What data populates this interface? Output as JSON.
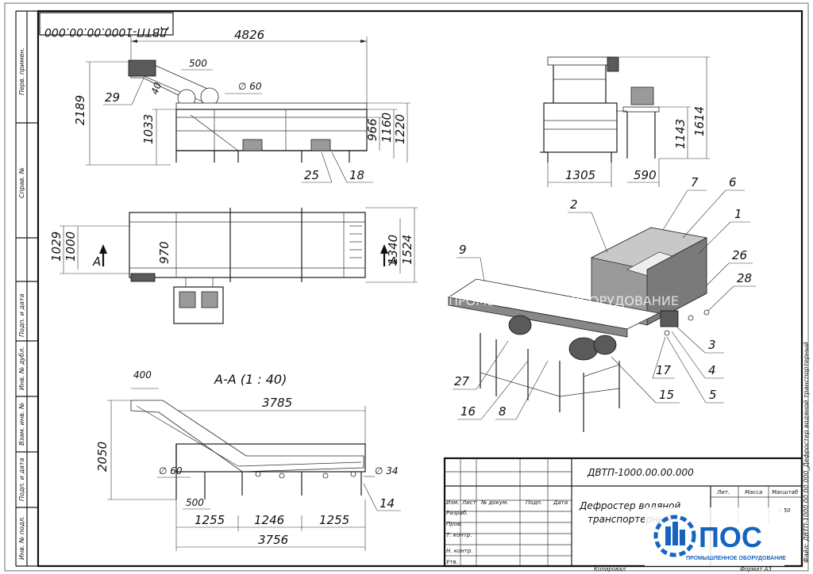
{
  "stamp_code": "ДВТП-1000.00.00.000",
  "side_labels": [
    "Перв. примен.",
    "Справ. №",
    "Подп. и дата",
    "Инв. № дубл.",
    "Взам. инв. №",
    "Подп. и дата",
    "Инв. № подл."
  ],
  "views": {
    "section_title": "A-A (1 : 40)",
    "section_arrow": "A"
  },
  "dimensions": {
    "top_length": "4826",
    "top_inner": "500",
    "top_diameter": "∅ 60",
    "total_height": "2189",
    "frame_height": "1033",
    "h966": "966",
    "h1160": "1160",
    "h1220": "1220",
    "front_width": "1305",
    "front_motor": "590",
    "front_h1143": "1143",
    "front_h1614": "1614",
    "plan_w1029": "1029",
    "plan_w1000": "1000",
    "plan_970": "970",
    "plan_w1340": "1340",
    "plan_w1524": "1524",
    "sec_400": "400",
    "sec_3785": "3785",
    "sec_2050": "2050",
    "sec_d60": "∅ 60",
    "sec_d34": "∅ 34",
    "sec_500": "500",
    "sec_1255a": "1255",
    "sec_1246": "1246",
    "sec_1255b": "1255",
    "sec_3756": "3756"
  },
  "callouts": [
    "29",
    "40",
    "25",
    "18",
    "2",
    "7",
    "6",
    "1",
    "26",
    "28",
    "9",
    "3",
    "4",
    "17",
    "5",
    "15",
    "27",
    "16",
    "8",
    "14"
  ],
  "title_block": {
    "code": "ДВТП-1000.00.00.000",
    "name_line1": "Дефростер водяной",
    "name_line2": "транспортерный",
    "headers": [
      "Изм.",
      "Лист",
      "№ докум.",
      "Подп.",
      "Дата"
    ],
    "roles": [
      "Разраб.",
      "Пров.",
      "Т. контр.",
      "",
      "Н. контр.",
      "Утв."
    ],
    "lit": "Лит.",
    "mass": "Масса",
    "scale": "Масштаб",
    "scale_value": "1:50",
    "copied": "Копировал",
    "format": "Формат A3",
    "file": "Файл: ДВТП-1000.00.00.000_Дефростер водяной транспортерный"
  },
  "logo": {
    "brand": "ПОС",
    "tagline": "ПРОМЫШЛЕННОЕ ОБОРУДОВАНИЕ",
    "brand_color": "#1565c0"
  },
  "watermark": "ПРОМЫШЛЕННОЕ ОБОРУДОВАНИЕ"
}
